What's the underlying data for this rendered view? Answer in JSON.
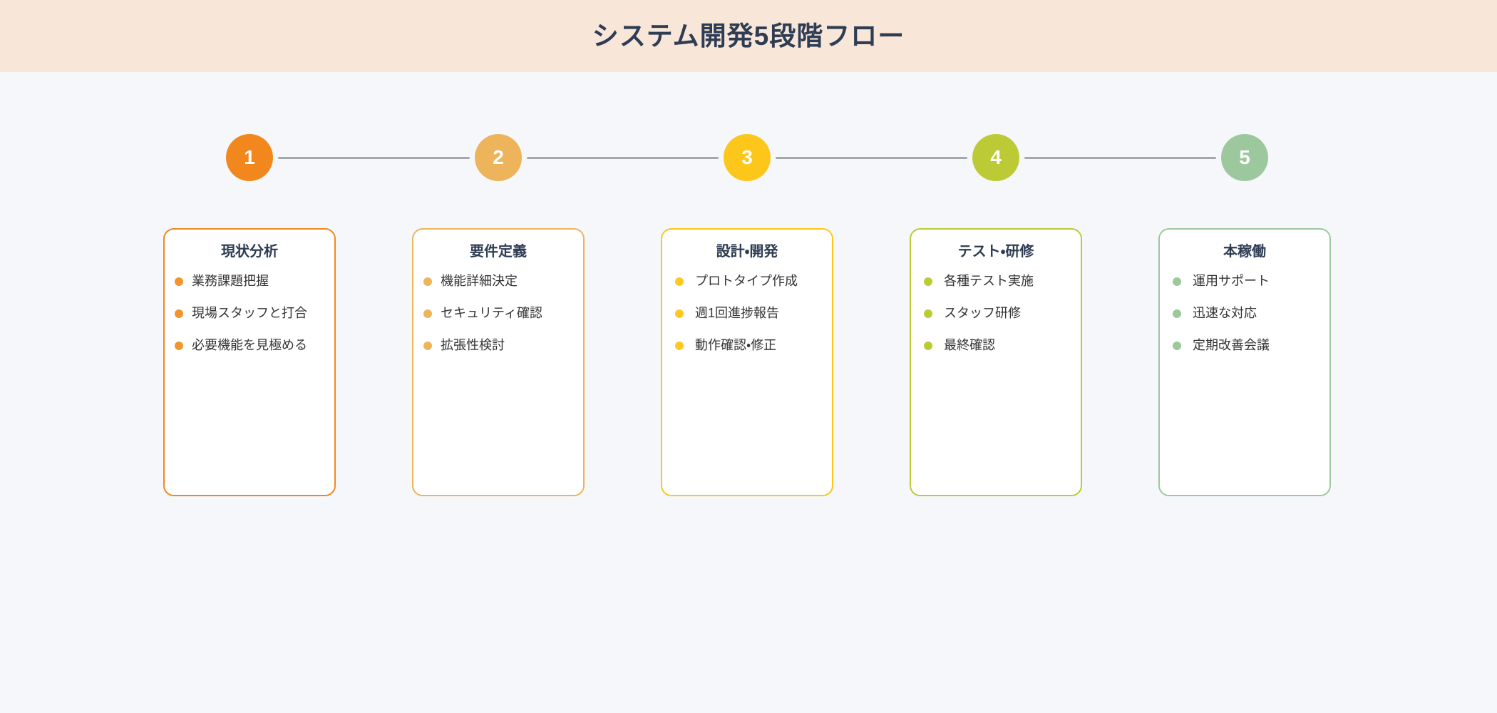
{
  "header": {
    "title": "システム開発5段階フロー",
    "background": "#F8E6D8",
    "title_color": "#2E3D54"
  },
  "page": {
    "background": "#F5F7FA"
  },
  "connector": {
    "color": "#A3A8AD"
  },
  "stages": [
    {
      "number": "1",
      "title": "現状分析",
      "accent": "#F2871E",
      "badge_color": "#F2871E",
      "dot_color": "#F2952E",
      "items": [
        {
          "label": "業務課題把握"
        },
        {
          "label": "現場スタッフと打合"
        },
        {
          "label": "必要機能を見極める"
        }
      ]
    },
    {
      "number": "2",
      "title": "要件定義",
      "accent": "#EDB45C",
      "badge_color": "#EDB45C",
      "dot_color": "#EDB45C",
      "items": [
        {
          "label": "機能詳細決定"
        },
        {
          "label": "セキュリティ確認"
        },
        {
          "label": "拡張性検討"
        }
      ]
    },
    {
      "number": "3",
      "title": "設計・開発",
      "accent": "#FCC61B",
      "badge_color": "#FCC61B",
      "dot_color": "#FFC920",
      "items": [
        {
          "label": "プロトタイプ作成"
        },
        {
          "label": "週1回進捗報告"
        },
        {
          "label": "動作確認・修正"
        }
      ]
    },
    {
      "number": "4",
      "title": "テスト・研修",
      "accent": "#BCCB35",
      "badge_color": "#BCCB35",
      "dot_color": "#BCCB35",
      "items": [
        {
          "label": "各種テスト実施"
        },
        {
          "label": "スタッフ研修"
        },
        {
          "label": "最終確認"
        }
      ]
    },
    {
      "number": "5",
      "title": "本稼働",
      "accent": "#9DC89D",
      "badge_color": "#9DC89D",
      "dot_color": "#9DC89D",
      "items": [
        {
          "label": "運用サポート"
        },
        {
          "label": "迅速な対応"
        },
        {
          "label": "定期改善会議"
        }
      ]
    }
  ]
}
